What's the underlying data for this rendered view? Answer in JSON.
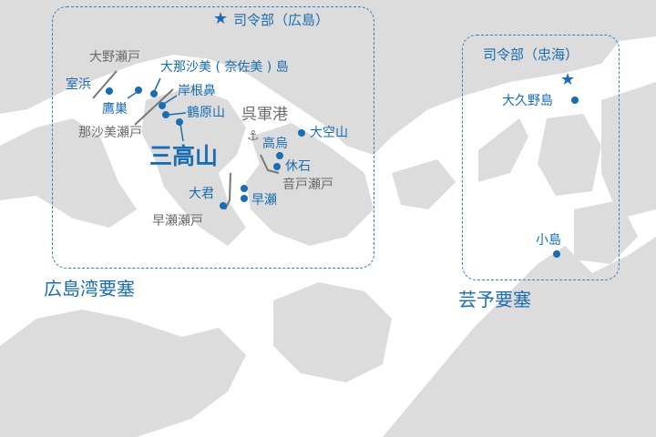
{
  "colors": {
    "label_blue": "#1a6cb3",
    "label_gray": "#6b6b6b",
    "land": "#dcdcdc",
    "water": "#ffffff",
    "frame": "#2a82c9"
  },
  "hiroshima": {
    "region": "広島湾要塞",
    "hq": "司令部（広島）",
    "icons": {
      "hq": "star-icon",
      "port": "anchor-icon"
    },
    "places": {
      "murohama": "室浜",
      "takanosu": "鷹巣",
      "nasami_island": "大那沙美 ( 奈佐美 ) 島",
      "kishinebana": "岸根鼻",
      "tsuruharayama": "鶴原山",
      "mitakayama": "三高山",
      "ozorayama": "大空山",
      "takaraba": "高烏",
      "yasumiishi": "休石",
      "ogimi": "大君",
      "hayase": "早瀬"
    },
    "straits": {
      "ono": "大野瀬戸",
      "nasami": "那沙美瀬戸",
      "ondo": "音戸瀬戸",
      "hayase": "早瀬瀬戸"
    },
    "port": "呉軍港"
  },
  "geiyo": {
    "region": "芸予要塞",
    "hq": "司令部（忠海）",
    "places": {
      "okunoshima": "大久野島",
      "kojima": "小島"
    }
  }
}
